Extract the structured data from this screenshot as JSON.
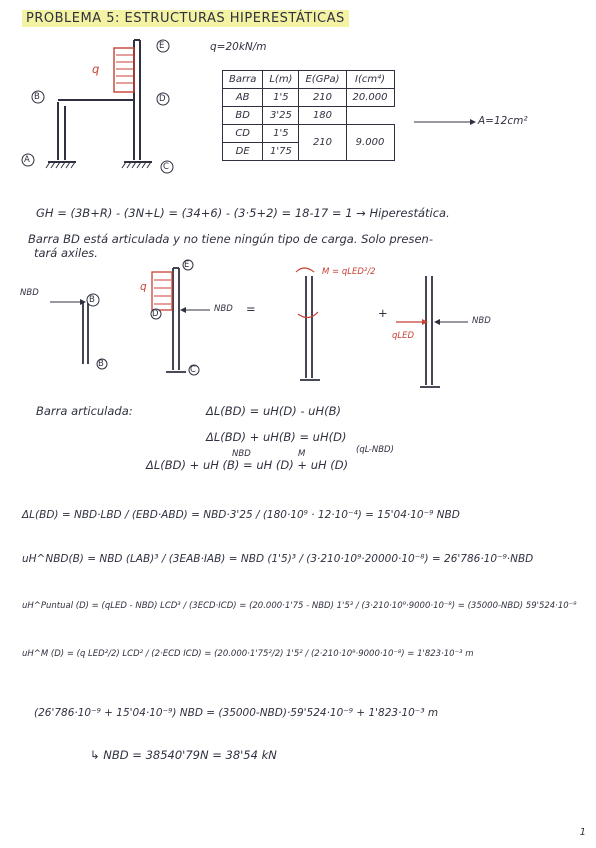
{
  "title": "PROBLEMA 5: ESTRUCTURAS HIPERESTÁTICAS",
  "load": "q=20kN/m",
  "table": {
    "headers": [
      "Barra",
      "L(m)",
      "E(GPa)",
      "I(cm⁴)"
    ],
    "rows": [
      [
        "AB",
        "1'5",
        "210",
        "20.000"
      ],
      [
        "BD",
        "3'25",
        "180",
        ""
      ],
      [
        "CD",
        "1'5",
        "210",
        "9.000"
      ],
      [
        "DE",
        "1'75",
        "",
        ""
      ]
    ],
    "area_note": "A=12cm²"
  },
  "nodes": {
    "A": "A",
    "B": "B",
    "C": "C",
    "D": "D",
    "E": "E"
  },
  "load_label": "q",
  "gh": "GH = (3B+R) - (3N+L) = (34+6) - (3·5+2) = 18-17 = 1 → Hiperestática.",
  "note1": "Barra BD está articulada y no tiene ningún tipo de carga. Solo presen-",
  "note2": "tará axiles.",
  "fig2": {
    "nbd": "NBD",
    "q": "q",
    "m": "M = qLED²/2",
    "qled": "qLED",
    "equals": "=",
    "plus": "+"
  },
  "compat": {
    "l1_label": "Barra articulada:",
    "l1": "ΔL(BD) = uH(D) - uH(B)",
    "l2": "ΔL(BD) + uH(B) = uH(D)",
    "l3_sup1": "NBD",
    "l3_sup2": "M",
    "l3_sup3": "(qL-NBD)",
    "l3": "ΔL(BD) + uH (B) = uH (D) + uH (D)"
  },
  "eq": {
    "dl": "ΔL(BD) = NBD·LBD / (EBD·ABD) = NBD·3'25 / (180·10⁹ · 12·10⁻⁴) = 15'04·10⁻⁹ NBD",
    "ub": "uH^NBD(B) = NBD (LAB)³ / (3EAB·IAB) = NBD (1'5)³ / (3·210·10⁹·20000·10⁻⁸) = 26'786·10⁻⁹·NBD",
    "ud1": "uH^Puntual (D) = (qLED - NBD) LCD³ / (3ECD·ICD) = (20.000·1'75 - NBD) 1'5³ / (3·210·10⁹·9000·10⁻⁸) = (35000-NBD) 59'524·10⁻⁹",
    "ud2": "uH^M (D) = (q LED²/2) LCD² / (2·ECD ICD) = (20.000·1'75²/2) 1'5² / (2·210·10⁹·9000·10⁻⁸) = 1'823·10⁻³ m",
    "final": "(26'786·10⁻⁹ + 15'04·10⁻⁹) NBD = (35000-NBD)·59'524·10⁻⁹ + 1'823·10⁻³ m",
    "result": "↳ NBD = 38540'79N = 38'54 kN"
  },
  "page": "1"
}
